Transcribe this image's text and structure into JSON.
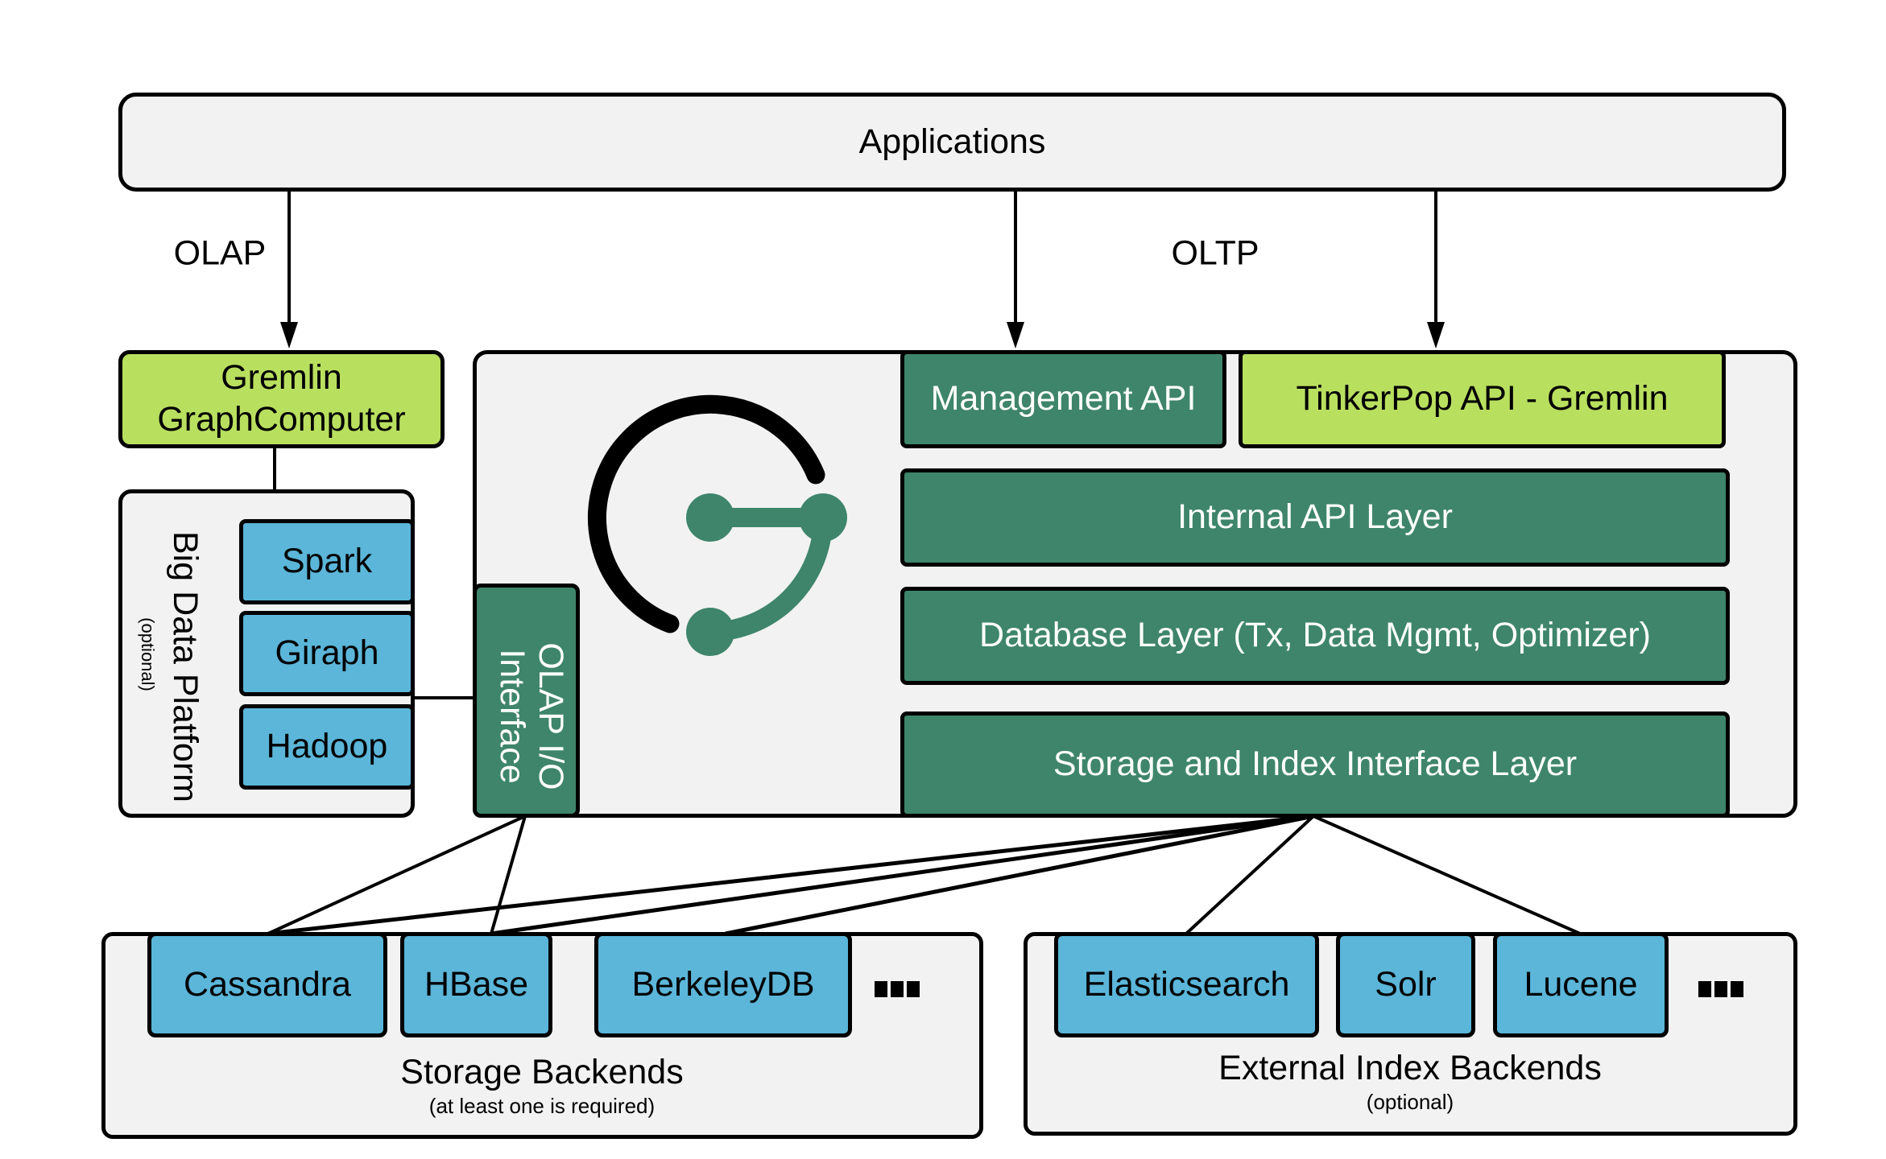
{
  "applications": {
    "label": "Applications"
  },
  "edge_labels": {
    "olap": "OLAP",
    "oltp": "OLTP"
  },
  "gremlin_graph_computer": {
    "line1": "Gremlin",
    "line2": "GraphComputer"
  },
  "big_data_platform": {
    "title": "Big Data Platform",
    "subtitle": "(optional)",
    "items": [
      {
        "label": "Spark"
      },
      {
        "label": "Giraph"
      },
      {
        "label": "Hadoop"
      }
    ]
  },
  "janusgraph": {
    "logo": "janusgraph-logo-icon",
    "olap_io": {
      "line1": "OLAP I/O",
      "line2": "Interface"
    },
    "management_api": "Management API",
    "tinkerpop_api": "TinkerPop API - Gremlin",
    "layers": [
      {
        "label": "Internal API Layer"
      },
      {
        "label": "Database Layer (Tx, Data Mgmt, Optimizer)"
      },
      {
        "label": "Storage and Index Interface Layer"
      }
    ]
  },
  "storage_backends": {
    "title": "Storage Backends",
    "subtitle": "(at least one is required)",
    "items": [
      {
        "label": "Cassandra"
      },
      {
        "label": "HBase"
      },
      {
        "label": "BerkeleyDB"
      }
    ],
    "more": "ellipsis-icon"
  },
  "index_backends": {
    "title": "External Index Backends",
    "subtitle": "(optional)",
    "items": [
      {
        "label": "Elasticsearch"
      },
      {
        "label": "Solr"
      },
      {
        "label": "Lucene"
      }
    ],
    "more": "ellipsis-icon"
  },
  "colors": {
    "container_fill": "#f2f2f2",
    "core_green": "#3e856b",
    "tinkerpop_lime": "#b9df5f",
    "backend_blue": "#5bb6d9",
    "outline": "#000000"
  }
}
